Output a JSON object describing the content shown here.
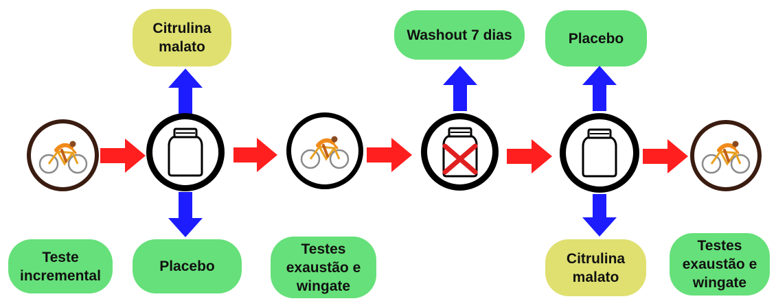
{
  "colors": {
    "green_box": "#66e07a",
    "yellow_box": "#dfe070",
    "red_arrow": "#ff1f1f",
    "blue_arrow": "#1c1cff",
    "cyclist_ring": "#3a1c10",
    "bottle_ring": "#000000",
    "cross": "#e02020"
  },
  "labels": {
    "citrulina_malato_top": "Citrulina malato",
    "placebo_bottom": "Placebo",
    "washout": "Washout 7 dias",
    "placebo_top": "Placebo",
    "citrulina_malato_bottom": "Citrulina malato",
    "teste_incremental": "Teste incremental",
    "testes_exaustao_1": "Testes exaustão e wingate",
    "testes_exaustao_2": "Testes exaustão e wingate"
  },
  "icons": {
    "cyclist": "cyclist-icon",
    "bottle": "supplement-bottle-icon",
    "crossed_bottle": "crossed-bottle-icon"
  }
}
